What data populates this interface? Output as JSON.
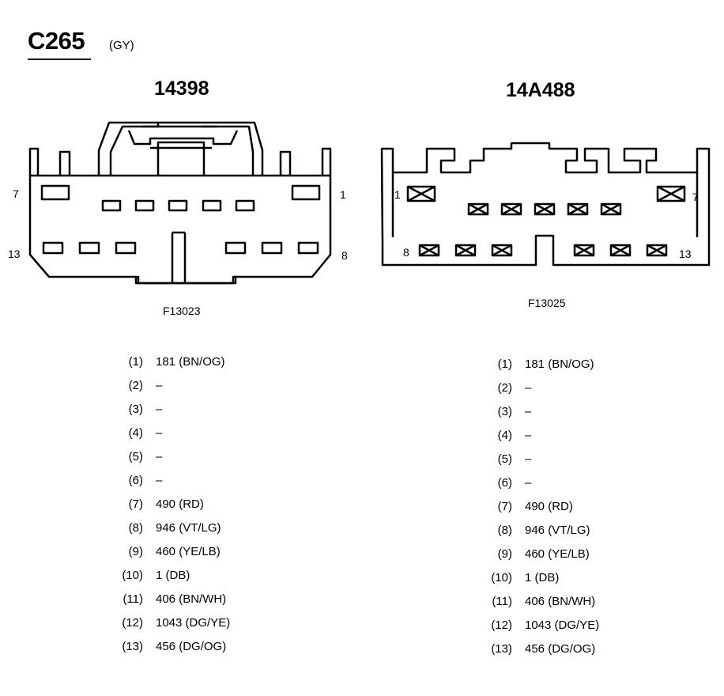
{
  "header": {
    "connector_id": "C265",
    "color_code": "(GY)"
  },
  "left_connector": {
    "part_number": "14398",
    "figure_id": "F13023",
    "pin_labels": [
      "7",
      "1",
      "13",
      "8"
    ],
    "pins": [
      {
        "num": "(1)",
        "circuit": "181 (BN/OG)"
      },
      {
        "num": "(2)",
        "circuit": "–"
      },
      {
        "num": "(3)",
        "circuit": "–"
      },
      {
        "num": "(4)",
        "circuit": "–"
      },
      {
        "num": "(5)",
        "circuit": "–"
      },
      {
        "num": "(6)",
        "circuit": "–"
      },
      {
        "num": "(7)",
        "circuit": "490 (RD)"
      },
      {
        "num": "(8)",
        "circuit": "946 (VT/LG)"
      },
      {
        "num": "(9)",
        "circuit": "460 (YE/LB)"
      },
      {
        "num": "(10)",
        "circuit": "1 (DB)"
      },
      {
        "num": "(11)",
        "circuit": "406 (BN/WH)"
      },
      {
        "num": "(12)",
        "circuit": "1043 (DG/YE)"
      },
      {
        "num": "(13)",
        "circuit": "456 (DG/OG)"
      }
    ]
  },
  "right_connector": {
    "part_number": "14A488",
    "figure_id": "F13025",
    "pin_labels": [
      "1",
      "7",
      "8",
      "13"
    ],
    "pins": [
      {
        "num": "(1)",
        "circuit": "181 (BN/OG)"
      },
      {
        "num": "(2)",
        "circuit": "–"
      },
      {
        "num": "(3)",
        "circuit": "–"
      },
      {
        "num": "(4)",
        "circuit": "–"
      },
      {
        "num": "(5)",
        "circuit": "–"
      },
      {
        "num": "(6)",
        "circuit": "–"
      },
      {
        "num": "(7)",
        "circuit": "490 (RD)"
      },
      {
        "num": "(8)",
        "circuit": "946 (VT/LG)"
      },
      {
        "num": "(9)",
        "circuit": "460 (YE/LB)"
      },
      {
        "num": "(10)",
        "circuit": "1 (DB)"
      },
      {
        "num": "(11)",
        "circuit": "406 (BN/WH)"
      },
      {
        "num": "(12)",
        "circuit": "1043 (DG/YE)"
      },
      {
        "num": "(13)",
        "circuit": "456 (DG/OG)"
      }
    ]
  }
}
